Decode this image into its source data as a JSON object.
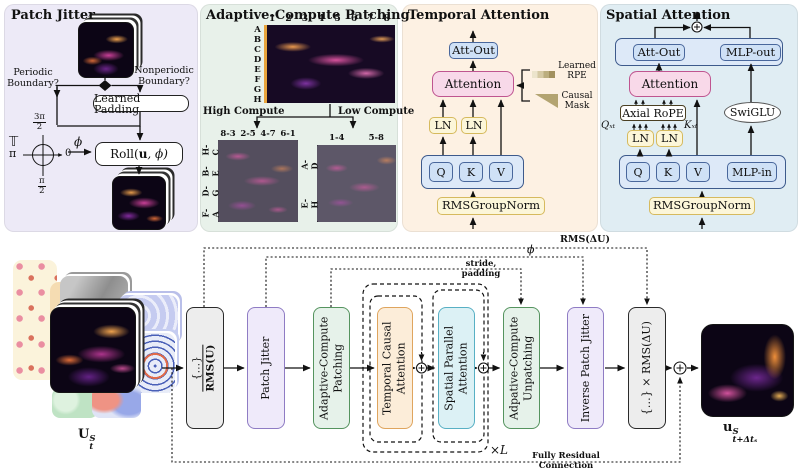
{
  "panels": {
    "patch_jitter": {
      "title": "Patch Jitter",
      "periodic": "Periodic\nBoundary?",
      "nonperiodic": "Nonperiodic\nBoundary?",
      "learned_padding": "Learned Padding",
      "roll_pre": "Roll(",
      "roll_u": "u",
      "roll_post": ", ϕ)",
      "torus": "𝕋",
      "pi": "π",
      "zero": "0",
      "top_frac_num": "3π",
      "top_frac_den": "2",
      "bot_frac_num": "π",
      "bot_frac_den": "2",
      "phi": "ϕ"
    },
    "acp": {
      "title": "Adaptive-Compute Patching",
      "col_labels": [
        "1",
        "2",
        "3",
        "4",
        "5",
        "6",
        "7",
        "8"
      ],
      "row_labels": [
        "A",
        "B",
        "C",
        "D",
        "E",
        "F",
        "G",
        "H"
      ],
      "high_compute": "High Compute",
      "low_compute": "Low Compute",
      "high_cols": [
        "8-3",
        "2-5",
        "4-7",
        "6-1"
      ],
      "high_rows": [
        "H-C",
        "B-E",
        "D-G",
        "F-A"
      ],
      "low_cols": [
        "1-4",
        "5-8"
      ],
      "low_rows": [
        "A-D",
        "E-H"
      ]
    },
    "temporal": {
      "title": "Temporal Attention",
      "att_out": "Att-Out",
      "attention": "Attention",
      "learned_rpe": "Learned\nRPE",
      "causal_mask": "Causal\nMask",
      "ln1": "LN",
      "ln2": "LN",
      "q": "Q",
      "k": "K",
      "v": "V",
      "rmsgroupnorm": "RMSGroupNorm"
    },
    "spatial": {
      "title": "Spatial Attention",
      "att_out": "Att-Out",
      "mlp_out": "MLP-out",
      "attention": "Attention",
      "axial_rope": "Axial RoPE",
      "swiglu": "SwiGLU",
      "q_sub": "Qₓₜ",
      "k_sub": "Kₓₜ",
      "ln1": "LN",
      "ln2": "LN",
      "q": "Q",
      "k": "K",
      "v": "V",
      "mlp_in": "MLP-in",
      "rmsgroupnorm": "RMSGroupNorm"
    }
  },
  "pipeline": {
    "input_base": "U",
    "input_sup": "S",
    "input_sub": "t",
    "output_base": "u",
    "output_sup": "S",
    "output_sub": "t+Δtₛ",
    "rms_in_num": "{…}",
    "rms_in_den": "RMS(U)",
    "patch_jitter": "Patch Jitter",
    "acp": "Adaptive-Compute\nPatching",
    "tca": "Temporal Causal\nAttention",
    "spa": "Spatial Parallel\nAttention",
    "acu": "Adpative-Compute\nUnpatching",
    "ipj": "Inverse Patch Jitter",
    "rms_out": "{…} × RMS(ΔU)",
    "rms_du_label": "RMS(ΔU)",
    "phi_label": "ϕ",
    "stride_padding": "stride, padding",
    "times_l": "×L",
    "fully_residual": "Fully Residual Connection"
  },
  "colors": {
    "panel_patch_jitter_bg": "#edeaf7",
    "panel_acp_bg": "#e8f1ea",
    "panel_temporal_bg": "#fdf1e3",
    "panel_spatial_bg": "#e0edf3",
    "blue_box": "#cfe1f6",
    "pink_box": "#f8d9e9",
    "yellow_box": "#fcf6d9",
    "green_box": "#e6f2ea",
    "lavender_box": "#efeafa",
    "gray_box": "#ededed",
    "orange_box": "#fcedd9",
    "cyan_box": "#dcf1f5",
    "causal_mask_icon": "#b3a471"
  }
}
